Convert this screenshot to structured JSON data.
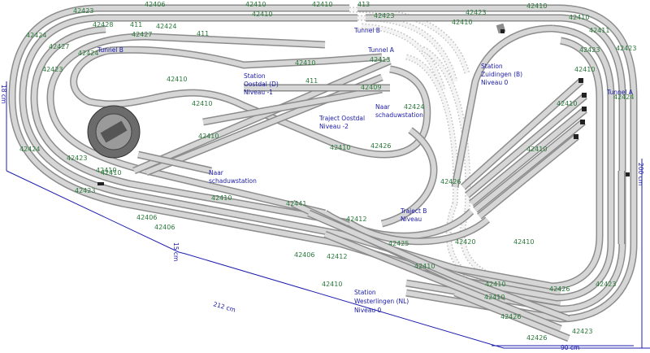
{
  "labels": {
    "tunnel_b_top": "Tunnel B",
    "tunnel_b_left": "Tunnel B",
    "tunnel_a_mid": "Tunnel A",
    "tunnel_a_right": "Tunnel A",
    "station_oostdal": "Station",
    "station_oostdal_name": "Oostdal (D)",
    "station_oostdal_level": "Niveau -1",
    "traject_oostdal": "Traject Oostdal",
    "traject_oostdal_level": "Niveau -2",
    "naar_schaduwstation_1": "Naar",
    "naar_schaduwstation_1b": "schaduwstation",
    "naar_schaduwstation_2": "Naar",
    "naar_schaduwstation_2b": "schaduwstation",
    "station_zuidingen": "Station",
    "station_zuidingen_name": "Zuidingen (B)",
    "station_zuidingen_level": "Niveau 0",
    "traject_b": "Traject B",
    "traject_b_level": "Niveau",
    "station_westerlingen": "Station",
    "station_westerlingen_name": "Westerlingen (NL)",
    "station_westerlingen_level": "Niveau 0"
  },
  "dimensions": {
    "d212": "212 cm",
    "d15": "15 cm",
    "d90": "90 cm",
    "d200": "200 cm",
    "d18": "18 cm"
  },
  "piece_numbers": {
    "p42406_a": "42406",
    "p42410_a": "42410",
    "p42410_b": "42410",
    "p413_a": "413",
    "p42423_a": "42423",
    "p42428_a": "42428",
    "p411_a": "411",
    "p42424_a": "42424",
    "p42427_a": "42427",
    "p42410_c": "42410",
    "p42423_b": "42423",
    "p411_b": "411",
    "p42413_a": "42413",
    "p42424_b": "42424",
    "p42410_d": "42410",
    "p42427_b": "42427",
    "p42410_e": "42410",
    "p42410_f": "42410",
    "p42406_b": "42406",
    "p42441_a": "42441",
    "p42412_a": "42412",
    "p42410_g": "42410",
    "p42426_a": "42426",
    "p42410_h": "42410",
    "p42423_c": "42423",
    "p411_c": "411",
    "p42406_c": "42406",
    "p42410_i": "42410",
    "p42425_a": "42425",
    "p42420_a": "42420",
    "p42412_b": "42412",
    "p42410_j": "42410",
    "p42423_d": "42423",
    "p42424_c": "42424",
    "p42426_b": "42426",
    "p42410_k": "42410",
    "p42410_l": "42410",
    "p42410_m": "42410",
    "p42426_c": "42426",
    "p42410_n": "42410",
    "p42423_e": "42423",
    "p42410_o": "42410",
    "p42411_a": "42411",
    "p42423_f": "42423",
    "p42410_p": "42410",
    "p42424_d": "42424",
    "p42423_g": "42423",
    "p42426_d": "42426",
    "p42410_q": "42410",
    "p42410_r": "42410",
    "p42406_d": "42406",
    "p42410_s": "42410",
    "p42409_a": "42409",
    "p42423_h": "42423",
    "p42424_e": "42424",
    "p42426_e": "42426",
    "p42410_t": "42410",
    "p42423_i": "42423",
    "p42410_u": "42410",
    "p42423_j": "42423",
    "p42424_f": "42424",
    "p42410_v": "42410"
  }
}
